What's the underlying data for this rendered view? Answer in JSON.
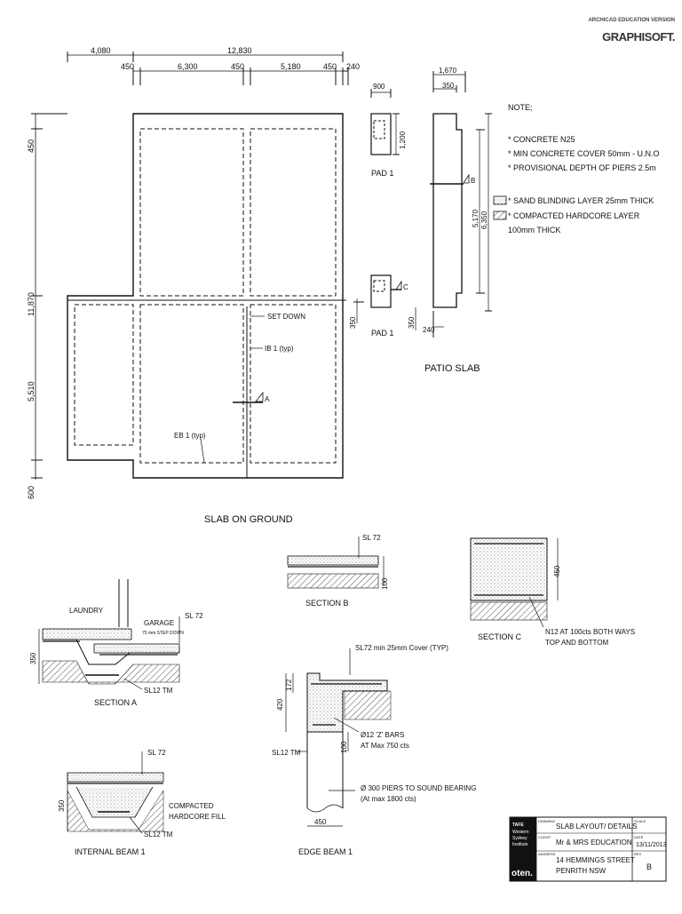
{
  "watermark": {
    "line1": "ARCHICAD EDUCATION VERSION",
    "line2": "GRAPHISOFT."
  },
  "plan": {
    "title": "SLAB ON GROUND",
    "dims_top": [
      "4,080",
      "12,830",
      "450",
      "6,300",
      "450",
      "5,180",
      "450",
      "240"
    ],
    "dims_left": [
      "450",
      "11,870",
      "5,510",
      "600"
    ],
    "labels": {
      "set_down": "SET DOWN",
      "ib1": "IB 1 (typ)",
      "eb1": "EB 1 (typ)",
      "sec_a": "A"
    }
  },
  "pads": {
    "pad_label": "PAD 1",
    "dims": [
      "900",
      "1,200",
      "350"
    ],
    "sec_c": "C"
  },
  "patio": {
    "title": "PATIO SLAB",
    "dims": [
      "1,670",
      "350",
      "5,170",
      "6,350",
      "350",
      "240"
    ],
    "sec_b": "B"
  },
  "notes": {
    "heading": "NOTE;",
    "items": [
      "* CONCRETE N25",
      "* MIN CONCRETE COVER 50mm - U.N.O",
      "* PROVISIONAL DEPTH OF PIERS 2.5m"
    ],
    "legend1": "* SAND BLINDING LAYER 25mm THICK",
    "legend2a": "* COMPACTED HARDCORE LAYER",
    "legend2b": "100mm THICK"
  },
  "section_a": {
    "title": "SECTION A",
    "laundry": "LAUNDRY",
    "garage": "GARAGE",
    "step": "75 mm STEP DOWN",
    "sl72": "SL 72",
    "sl12": "SL12 TM",
    "dim": "350"
  },
  "section_b": {
    "title": "SECTION B",
    "sl72": "SL 72",
    "dim": "100"
  },
  "section_c": {
    "title": "SECTION C",
    "dim": "450",
    "note1": "N12 AT 100cts BOTH WAYS",
    "note2": "TOP AND BOTTOM"
  },
  "internal_beam": {
    "title": "INTERNAL BEAM 1",
    "sl72": "SL 72",
    "fill1": "COMPACTED",
    "fill2": "HARDCORE FILL",
    "sl12": "SL12 TM",
    "dim": "350"
  },
  "edge_beam": {
    "title": "EDGE BEAM 1",
    "cover": "SL72 min 25mm Cover (TYP)",
    "dim420": "420",
    "dim172": "172",
    "dim100": "100",
    "zbars1": "Ø12 'Z' BARS",
    "zbars2": "AT Max 750 cts",
    "sl12": "SL12 TM",
    "piers1": "Ø 300 PIERS TO SOUND BEARING",
    "piers2": "(At max 1800 cts)",
    "dim450": "450"
  },
  "title_block": {
    "tafe1": "TAFE",
    "tafe2": "Western",
    "tafe3": "Sydney",
    "tafe4": "Institute",
    "oten": "oten.",
    "drawing_label": "DRAWING",
    "drawing": "SLAB LAYOUT/ DETAILS",
    "client_label": "CLIENT",
    "client": "Mr & MRS EDUCATION",
    "address_label": "ADDRESS",
    "address1": "14 HEMMINGS STREET",
    "address2": "PENRITH NSW",
    "scale_label": "SCALE",
    "scale": "",
    "date_label": "DATE",
    "date": "13/11/2013",
    "rev_label": "REV",
    "rev": "B"
  }
}
